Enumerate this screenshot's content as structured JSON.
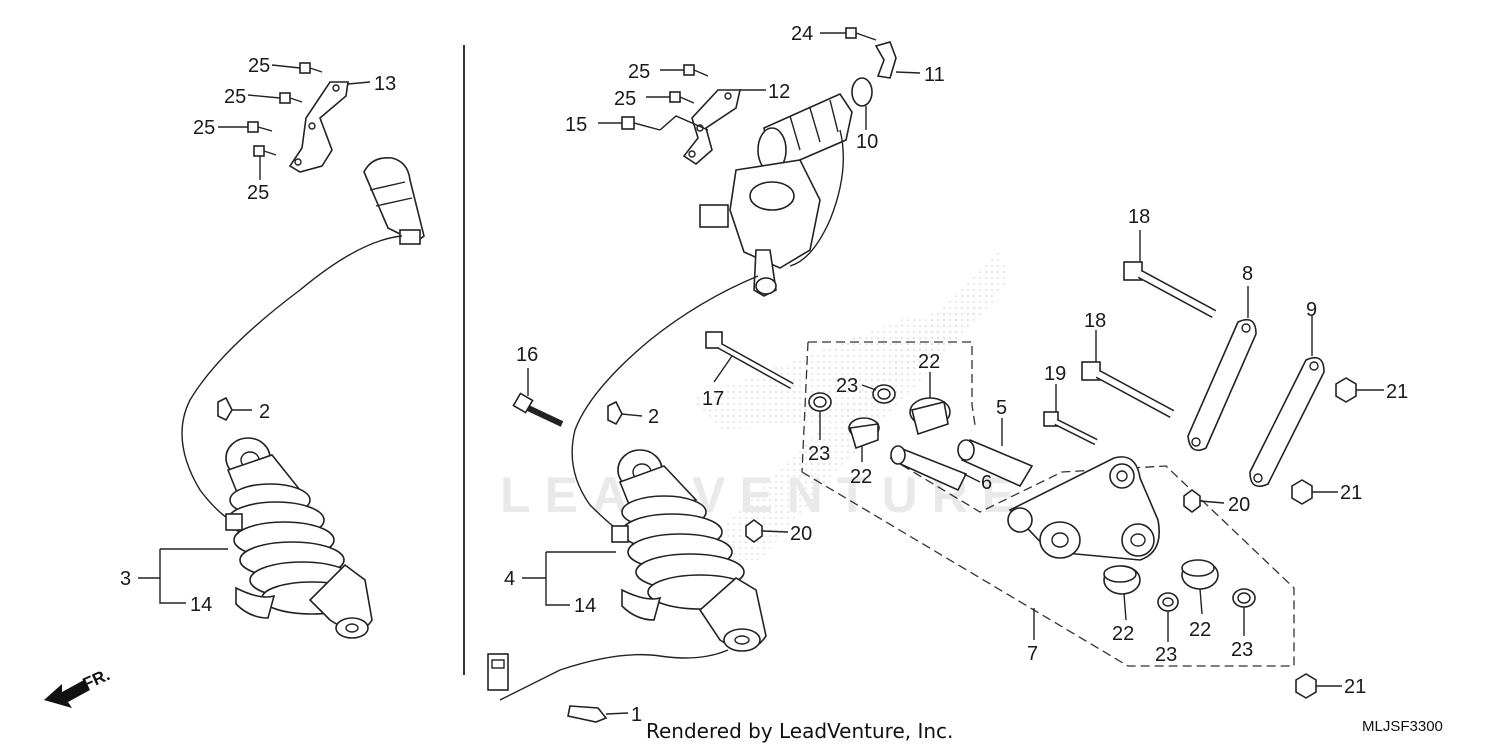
{
  "watermark": "LEADVENTURE",
  "footer": {
    "credit": "Rendered by LeadVenture, Inc.",
    "diagram_code": "MLJSF3300"
  },
  "direction": {
    "label": "FR."
  },
  "callouts": {
    "c1": "1",
    "c2a": "2",
    "c2b": "2",
    "c3": "3",
    "c4": "4",
    "c5": "5",
    "c6": "6",
    "c7": "7",
    "c8": "8",
    "c9": "9",
    "c10": "10",
    "c11": "11",
    "c12": "12",
    "c13": "13",
    "c14a": "14",
    "c14b": "14",
    "c15": "15",
    "c16": "16",
    "c17": "17",
    "c18a": "18",
    "c18b": "18",
    "c19": "19",
    "c20a": "20",
    "c20b": "20",
    "c21a": "21",
    "c21b": "21",
    "c21c": "21",
    "c22a": "22",
    "c22b": "22",
    "c22c": "22",
    "c22d": "22",
    "c23a": "23",
    "c23b": "23",
    "c23c": "23",
    "c23d": "23",
    "c24": "24",
    "c25a": "25",
    "c25b": "25",
    "c25c": "25",
    "c25d": "25",
    "c25e": "25",
    "c25f": "25"
  }
}
